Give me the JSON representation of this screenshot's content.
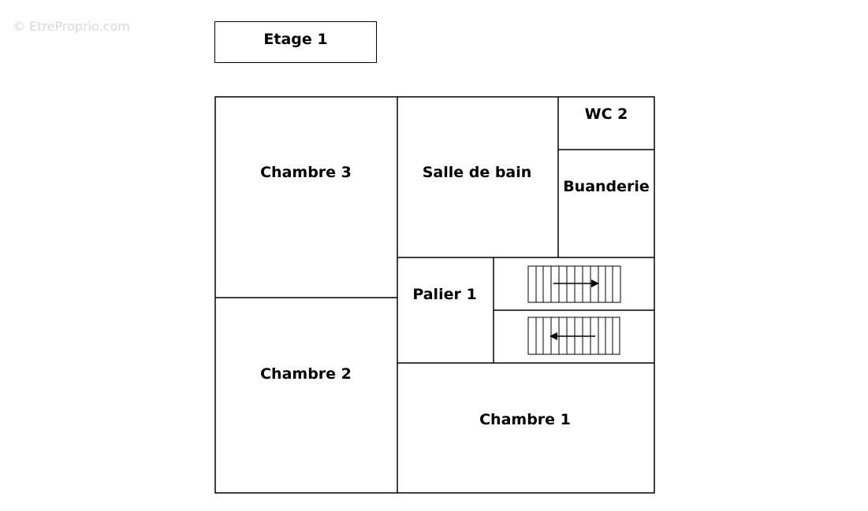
{
  "watermark": "© EtreProprio.com",
  "floor_label": "Etage 1",
  "rooms": {
    "chambre3": "Chambre 3",
    "salle_de_bain": "Salle de bain",
    "wc2": "WC 2",
    "buanderie": "Buanderie",
    "palier1": "Palier 1",
    "chambre2": "Chambre 2",
    "chambre1": "Chambre 1"
  },
  "colors": {
    "line": "#000000",
    "background": "#ffffff",
    "watermark": "#d9d9d9"
  }
}
